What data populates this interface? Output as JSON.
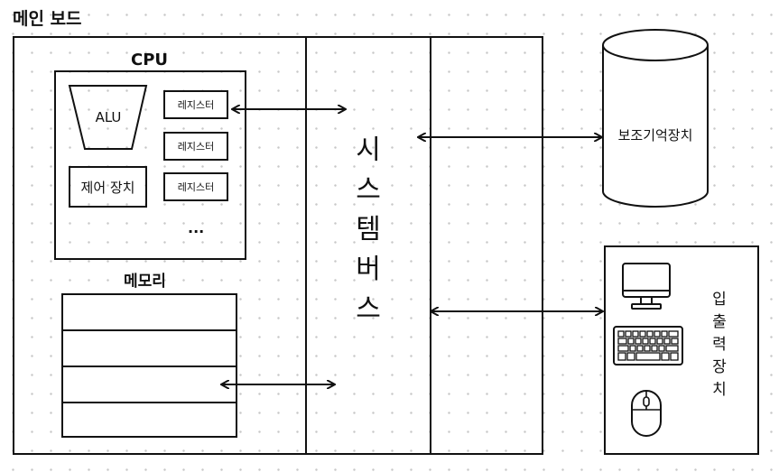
{
  "mainboard": {
    "title": "메인 보드"
  },
  "cpu": {
    "title": "CPU",
    "alu": "ALU",
    "control_unit": "제어 장치",
    "registers": [
      "레지스터",
      "레지스터",
      "레지스터"
    ],
    "more": "..."
  },
  "memory": {
    "title": "메모리"
  },
  "system_bus": {
    "chars": [
      "시",
      "스",
      "템",
      "버",
      "스"
    ]
  },
  "storage": {
    "label": "보조기억장치"
  },
  "io": {
    "chars": [
      "입",
      "출",
      "력",
      "장",
      "치"
    ]
  },
  "icons": [
    "monitor-icon",
    "keyboard-icon",
    "mouse-icon"
  ]
}
